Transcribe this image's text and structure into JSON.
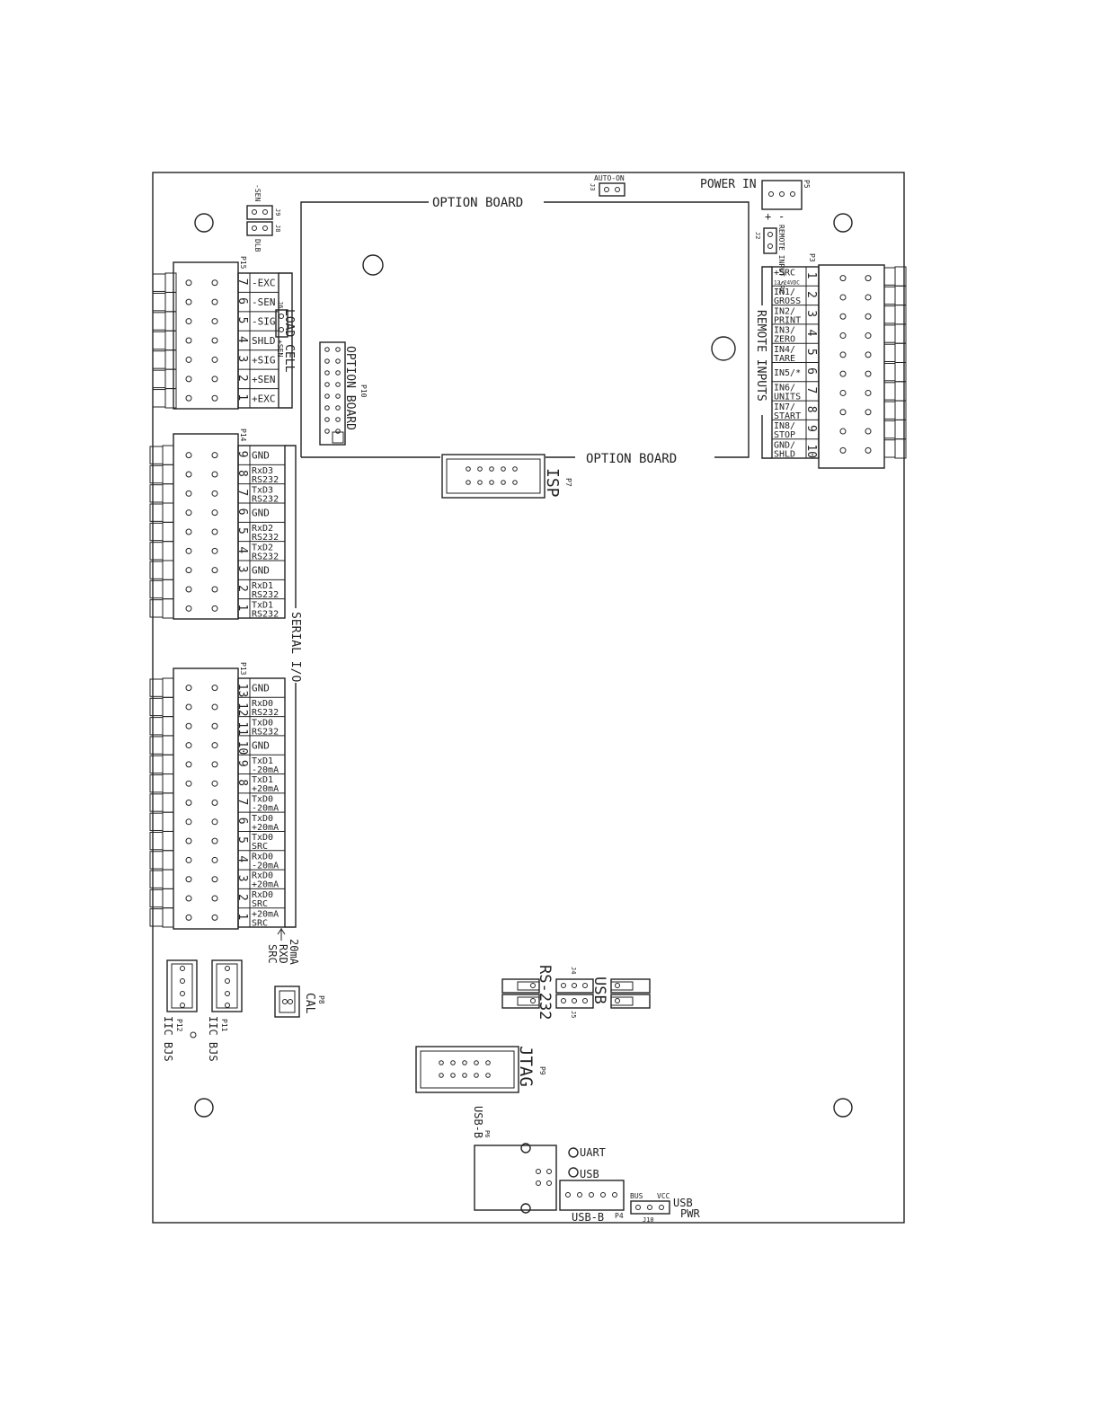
{
  "board": {
    "option_board_top": "OPTION BOARD",
    "option_board_bottom": "OPTION BOARD",
    "power_in": "POWER IN",
    "power_plus": "+",
    "power_minus": "-",
    "auto_on": "AUTO-ON",
    "isp": "ISP",
    "jtag": "JTAG",
    "serial_io": "SERIAL I/O",
    "load_cell": "LOAD CELL",
    "remote_inputs": "REMOTE INPUTS",
    "remote_input_src": "REMOTE INPUT SRC",
    "option_board_p10": "OPTION BOARD",
    "cal": "CAL",
    "rs232": "RS-232",
    "usb": "USB",
    "uart_led": "UART",
    "usb_led": "USB",
    "usb_b_vert": "USB-B",
    "usb_b_bottom": "USB-B",
    "usb_pwr": "USB PWR",
    "bus": "BUS",
    "vcc": "VCC",
    "rxd_src_1": "20mA",
    "rxd_src_2": "RXD",
    "rxd_src_3": "SRC",
    "iic_bjs_1": "IIC BJS",
    "iic_bjs_2": "IIC BJS",
    "sen_top": "-SEN",
    "sen_plus": "+SEN",
    "dlb": "DLB"
  },
  "refs": {
    "p3": "P3",
    "p4": "P4",
    "p5": "P5",
    "p6": "P6",
    "p7": "P7",
    "p8": "P8",
    "p9": "P9",
    "p10": "P10",
    "p11": "P11",
    "p12": "P12",
    "p13": "P13",
    "p14": "P14",
    "p15": "P15",
    "j2": "J2",
    "j3": "J3",
    "j4": "J4",
    "j5": "J5",
    "j6": "J6",
    "j8": "J8",
    "j9": "J9",
    "j10": "J10"
  },
  "p15_pins": [
    {
      "num": "7",
      "label": "-EXC"
    },
    {
      "num": "6",
      "label": "-SEN"
    },
    {
      "num": "5",
      "label": "-SIG"
    },
    {
      "num": "4",
      "label": "SHLD"
    },
    {
      "num": "3",
      "label": "+SIG"
    },
    {
      "num": "2",
      "label": "+SEN"
    },
    {
      "num": "1",
      "label": "+EXC"
    }
  ],
  "p14_pins": [
    {
      "num": "9",
      "l1": "GND",
      "l2": ""
    },
    {
      "num": "8",
      "l1": "RxD3",
      "l2": "RS232"
    },
    {
      "num": "7",
      "l1": "TxD3",
      "l2": "RS232"
    },
    {
      "num": "6",
      "l1": "GND",
      "l2": ""
    },
    {
      "num": "5",
      "l1": "RxD2",
      "l2": "RS232"
    },
    {
      "num": "4",
      "l1": "TxD2",
      "l2": "RS232"
    },
    {
      "num": "3",
      "l1": "GND",
      "l2": ""
    },
    {
      "num": "2",
      "l1": "RxD1",
      "l2": "RS232"
    },
    {
      "num": "1",
      "l1": "TxD1",
      "l2": "RS232"
    }
  ],
  "p13_pins": [
    {
      "num": "13",
      "l1": "GND",
      "l2": ""
    },
    {
      "num": "12",
      "l1": "RxD0",
      "l2": "RS232"
    },
    {
      "num": "11",
      "l1": "TxD0",
      "l2": "RS232"
    },
    {
      "num": "10",
      "l1": "GND",
      "l2": ""
    },
    {
      "num": "9",
      "l1": "TxD1",
      "l2": "-20mA"
    },
    {
      "num": "8",
      "l1": "TxD1",
      "l2": "+20mA"
    },
    {
      "num": "7",
      "l1": "TxD0",
      "l2": "-20mA"
    },
    {
      "num": "6",
      "l1": "TxD0",
      "l2": "+20mA"
    },
    {
      "num": "5",
      "l1": "TxD0",
      "l2": "SRC"
    },
    {
      "num": "4",
      "l1": "RxD0",
      "l2": "-20mA"
    },
    {
      "num": "3",
      "l1": "RxD0",
      "l2": "+20mA"
    },
    {
      "num": "2",
      "l1": "RxD0",
      "l2": "SRC"
    },
    {
      "num": "1",
      "l1": "+20mA",
      "l2": "SRC"
    }
  ],
  "p3_pins": [
    {
      "num": "1",
      "l1": "+SRC",
      "l2": "12-24VDC"
    },
    {
      "num": "2",
      "l1": "IN1/",
      "l2": "GROSS"
    },
    {
      "num": "3",
      "l1": "IN2/",
      "l2": "PRINT"
    },
    {
      "num": "4",
      "l1": "IN3/",
      "l2": "ZERO"
    },
    {
      "num": "5",
      "l1": "IN4/",
      "l2": "TARE"
    },
    {
      "num": "6",
      "l1": "IN5/*",
      "l2": ""
    },
    {
      "num": "7",
      "l1": "IN6/",
      "l2": "UNITS"
    },
    {
      "num": "8",
      "l1": "IN7/",
      "l2": "START"
    },
    {
      "num": "9",
      "l1": "IN8/",
      "l2": "STOP"
    },
    {
      "num": "10",
      "l1": "GND/",
      "l2": "SHLD"
    }
  ]
}
